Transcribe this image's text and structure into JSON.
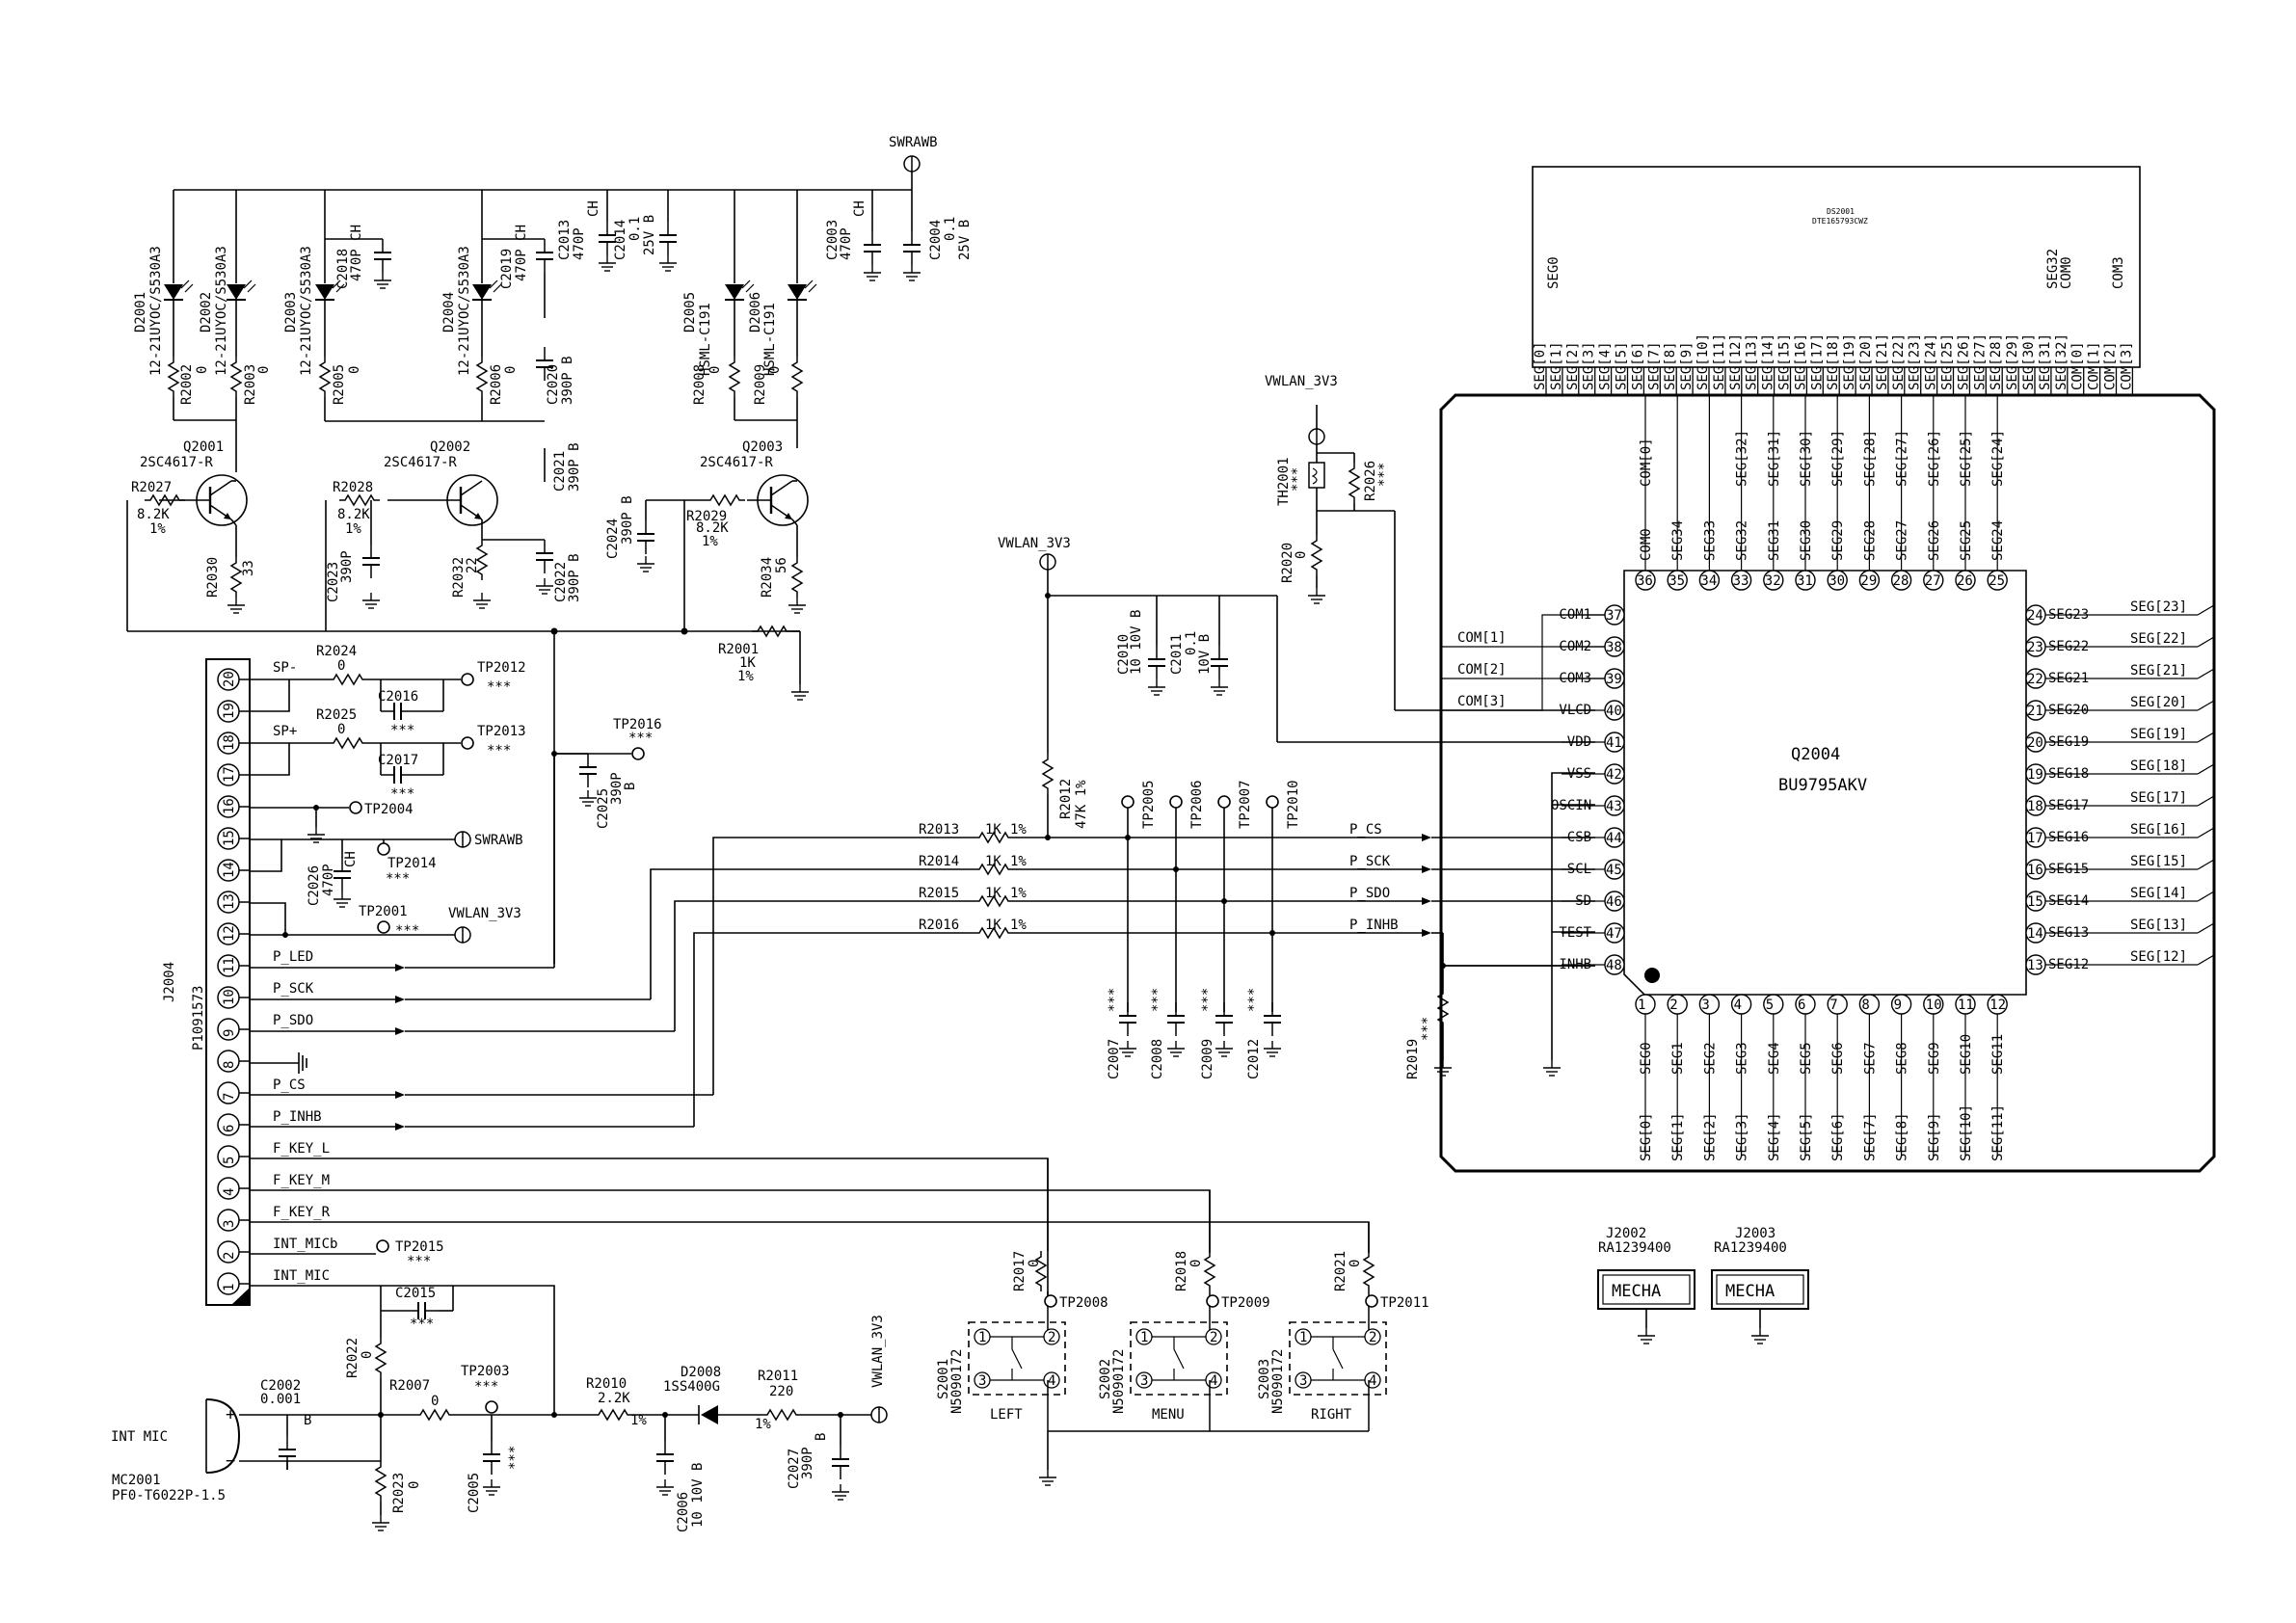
{
  "nets": {
    "swrawb": "SWRAWB",
    "vwlan": "VWLAN_3V3",
    "p_cs": "P_CS",
    "p_sck": "P_SCK",
    "p_sdo": "P_SDO",
    "p_inhb": "P_INHB",
    "p_led": "P_LED",
    "sp_minus": "SP-",
    "sp_plus": "SP+",
    "f_key_l": "F_KEY_L",
    "f_key_m": "F_KEY_M",
    "f_key_r": "F_KEY_R",
    "int_micb": "INT_MICb",
    "int_mic": "INT_MIC"
  },
  "leds": [
    {
      "ref": "D2001",
      "part": "12-21UYOC/S530A3"
    },
    {
      "ref": "D2002",
      "part": "12-21UYOC/S530A3"
    },
    {
      "ref": "D2003",
      "part": "12-21UYOC/S530A3"
    },
    {
      "ref": "D2004",
      "part": "12-21UYOC/S530A3"
    },
    {
      "ref": "D2005",
      "part": "HSML-C191"
    },
    {
      "ref": "D2006",
      "part": "HSML-C191"
    }
  ],
  "transistors": [
    {
      "ref": "Q2001",
      "part": "2SC4617-R"
    },
    {
      "ref": "Q2002",
      "part": "2SC4617-R"
    },
    {
      "ref": "Q2003",
      "part": "2SC4617-R"
    }
  ],
  "resistors": {
    "R2002": "0",
    "R2003": "0",
    "R2005": "0",
    "R2006": "0",
    "R2008": "0",
    "R2009": "0",
    "R2027": "8.2K",
    "R2028": "8.2K",
    "R2029": "8.2K",
    "r_pct": "1%",
    "R2030": "33",
    "R2032": "22",
    "R2034": "56",
    "R2001": "1K",
    "R2024": "0",
    "R2025": "0",
    "R2013": "1K",
    "R2014": "1K",
    "R2015": "1K",
    "R2016": "1K",
    "R2012": "47K 1%",
    "R2019": "***",
    "R2020": "0",
    "R2026": "***",
    "R2017": "0",
    "R2018": "0",
    "R2021": "0",
    "R2022": "0",
    "R2023": "0",
    "R2007": "0",
    "R2010": "2.2K",
    "R2011": "220"
  },
  "capacitors": {
    "C2013": "470P CH",
    "C2014": "0.1 25V B",
    "C2018": "470P CH",
    "C2019": "470P CH",
    "C2003": "470P CH",
    "C2004": "0.1 25V B",
    "C2020": "390P B",
    "C2021": "390P B",
    "C2022": "390P B",
    "C2023": "390P B",
    "C2024": "390P B",
    "C2016": "***",
    "C2017": "***",
    "C2025": "390P B",
    "C2026": "470P CH",
    "C2010": "10 10V B",
    "C2011": "0.1 10V B",
    "C2007": "***",
    "C2008": "***",
    "C2009": "***",
    "C2012": "***",
    "C2002": "0.001 B",
    "C2015": "***",
    "C2005": "***",
    "C2006": "10 10V B",
    "C2027": "390P B"
  },
  "testpoints": [
    "TP2012",
    "TP2013",
    "TP2016",
    "TP2004",
    "TP2014",
    "TP2001",
    "TP2005",
    "TP2006",
    "TP2007",
    "TP2010",
    "TP2008",
    "TP2009",
    "TP2011",
    "TP2015",
    "TP2003"
  ],
  "stars": "***",
  "connector": {
    "ref": "J2004",
    "part": "P1091573",
    "pins": [
      "20",
      "19",
      "18",
      "17",
      "16",
      "15",
      "14",
      "13",
      "12",
      "11",
      "10",
      "9",
      "8",
      "7",
      "6",
      "5",
      "4",
      "3",
      "2",
      "1"
    ]
  },
  "thermistor": {
    "ref": "TH2001",
    "value": "***"
  },
  "diode": {
    "ref": "D2008",
    "part": "1SS400G"
  },
  "ic": {
    "ref": "Q2004",
    "part": "BU9795AKV",
    "top_inner": [
      "COM0",
      "SEG34",
      "SEG33",
      "SEG32",
      "SEG31",
      "SEG30",
      "SEG29",
      "SEG28",
      "SEG27",
      "SEG26",
      "SEG25",
      "SEG24"
    ],
    "top_pins": [
      "36",
      "35",
      "34",
      "33",
      "32",
      "31",
      "30",
      "29",
      "28",
      "27",
      "26",
      "25"
    ],
    "top_outer": [
      "COM[0]",
      "",
      "",
      "SEG[32]",
      "SEG[31]",
      "SEG[30]",
      "SEG[29]",
      "SEG[28]",
      "SEG[27]",
      "SEG[26]",
      "SEG[25]",
      "SEG[24]"
    ],
    "left_inner": [
      "COM1",
      "COM2",
      "COM3",
      "VLCD",
      "VDD",
      "VSS",
      "OSCIN",
      "CSB",
      "SCL",
      "SD",
      "TEST",
      "INHB"
    ],
    "left_pins": [
      "37",
      "38",
      "39",
      "40",
      "41",
      "42",
      "43",
      "44",
      "45",
      "46",
      "47",
      "48"
    ],
    "left_outer": [
      "COM[1]",
      "COM[2]",
      "COM[3]"
    ],
    "right_inner": [
      "SEG23",
      "SEG22",
      "SEG21",
      "SEG20",
      "SEG19",
      "SEG18",
      "SEG17",
      "SEG16",
      "SEG15",
      "SEG14",
      "SEG13",
      "SEG12"
    ],
    "right_pins": [
      "24",
      "23",
      "22",
      "21",
      "20",
      "19",
      "18",
      "17",
      "16",
      "15",
      "14",
      "13"
    ],
    "right_outer": [
      "SEG[23]",
      "SEG[22]",
      "SEG[21]",
      "SEG[20]",
      "SEG[19]",
      "SEG[18]",
      "SEG[17]",
      "SEG[16]",
      "SEG[15]",
      "SEG[14]",
      "SEG[13]",
      "SEG[12]"
    ],
    "bottom_inner": [
      "SEG0",
      "SEG1",
      "SEG2",
      "SEG3",
      "SEG4",
      "SEG5",
      "SEG6",
      "SEG7",
      "SEG8",
      "SEG9",
      "SEG10",
      "SEG11"
    ],
    "bottom_pins": [
      "1",
      "2",
      "3",
      "4",
      "5",
      "6",
      "7",
      "8",
      "9",
      "10",
      "11",
      "12"
    ],
    "bottom_outer": [
      "SEG[0]",
      "SEG[1]",
      "SEG[2]",
      "SEG[3]",
      "SEG[4]",
      "SEG[5]",
      "SEG[6]",
      "SEG[7]",
      "SEG[8]",
      "SEG[9]",
      "SEG[10]",
      "SEG[11]"
    ]
  },
  "lcd": {
    "ref": "DS2001",
    "part": "DTE165793CWZ",
    "left_label": "SEG0",
    "right_labels": [
      "SEG32",
      "COM0",
      "COM3"
    ],
    "pins": [
      "SEG[0]",
      "SEG[1]",
      "SEG[2]",
      "SEG[3]",
      "SEG[4]",
      "SEG[5]",
      "SEG[6]",
      "SEG[7]",
      "SEG[8]",
      "SEG[9]",
      "SEG[10]",
      "SEG[11]",
      "SEG[12]",
      "SEG[13]",
      "SEG[14]",
      "SEG[15]",
      "SEG[16]",
      "SEG[17]",
      "SEG[18]",
      "SEG[19]",
      "SEG[20]",
      "SEG[21]",
      "SEG[22]",
      "SEG[23]",
      "SEG[24]",
      "SEG[25]",
      "SEG[26]",
      "SEG[27]",
      "SEG[28]",
      "SEG[29]",
      "SEG[30]",
      "SEG[31]",
      "SEG[32]",
      "COM[0]",
      "COM[1]",
      "COM[2]",
      "COM[3]"
    ]
  },
  "switches": [
    {
      "ref": "S2001",
      "part": "N5090172",
      "label": "LEFT"
    },
    {
      "ref": "S2002",
      "part": "N5090172",
      "label": "MENU"
    },
    {
      "ref": "S2003",
      "part": "N5090172",
      "label": "RIGHT"
    }
  ],
  "switch_pins": [
    "1",
    "2",
    "3",
    "4"
  ],
  "mecha": [
    {
      "ref": "J2002",
      "part": "RA1239400",
      "label": "MECHA"
    },
    {
      "ref": "J2003",
      "part": "RA1239400",
      "label": "MECHA"
    }
  ],
  "mic": {
    "label": "INT MIC",
    "ref": "MC2001",
    "part": "PF0-T6022P-1.5",
    "plus": "+",
    "minus": "−"
  }
}
